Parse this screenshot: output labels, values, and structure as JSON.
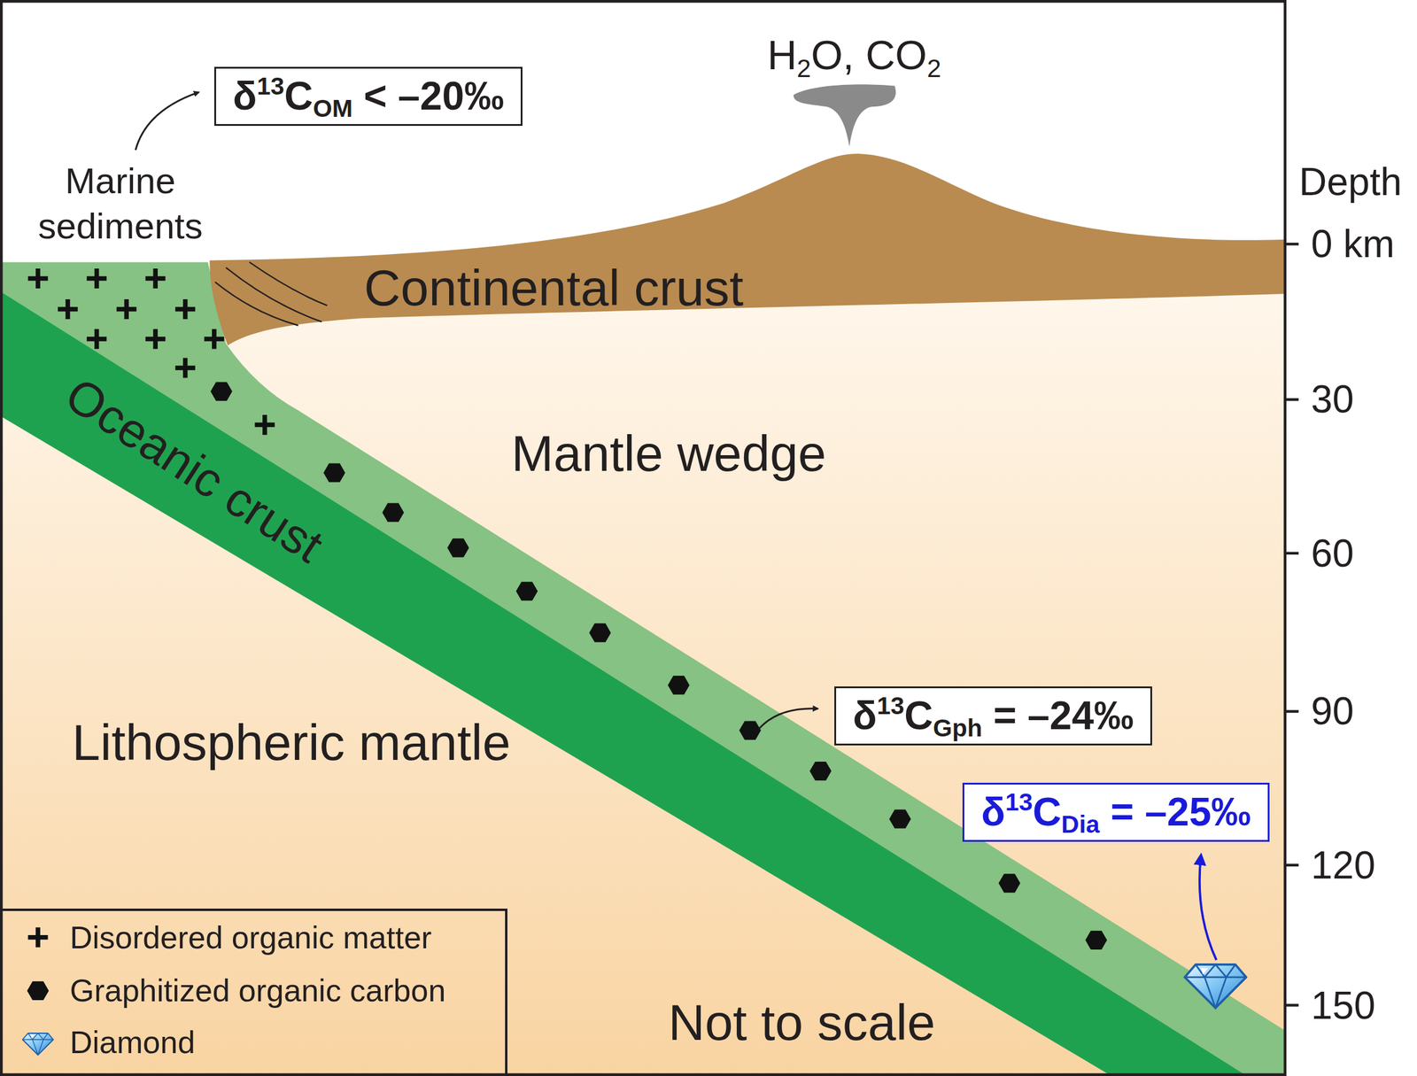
{
  "diagram": {
    "nodes": [
      {
        "text": [
          "δ13COM < –20‰"
        ]
      },
      {
        "text": [
          "δ13CGph = –24‰"
        ]
      },
      {
        "text": [
          "δ13CDia = –25‰"
        ]
      }
    ],
    "labels": [
      "H2O, CO2",
      "Marine sediments",
      "Continental crust",
      "Mantle wedge",
      "Oceanic crust",
      "Lithospheric mantle",
      "Not to scale",
      "Depth",
      "0 km",
      "30",
      "60",
      "90",
      "120",
      "150"
    ],
    "legend": [
      {
        "text": "Disordered organic matter"
      },
      {
        "text": "Graphitized organic carbon"
      },
      {
        "text": "Diamond"
      }
    ]
  }
}
